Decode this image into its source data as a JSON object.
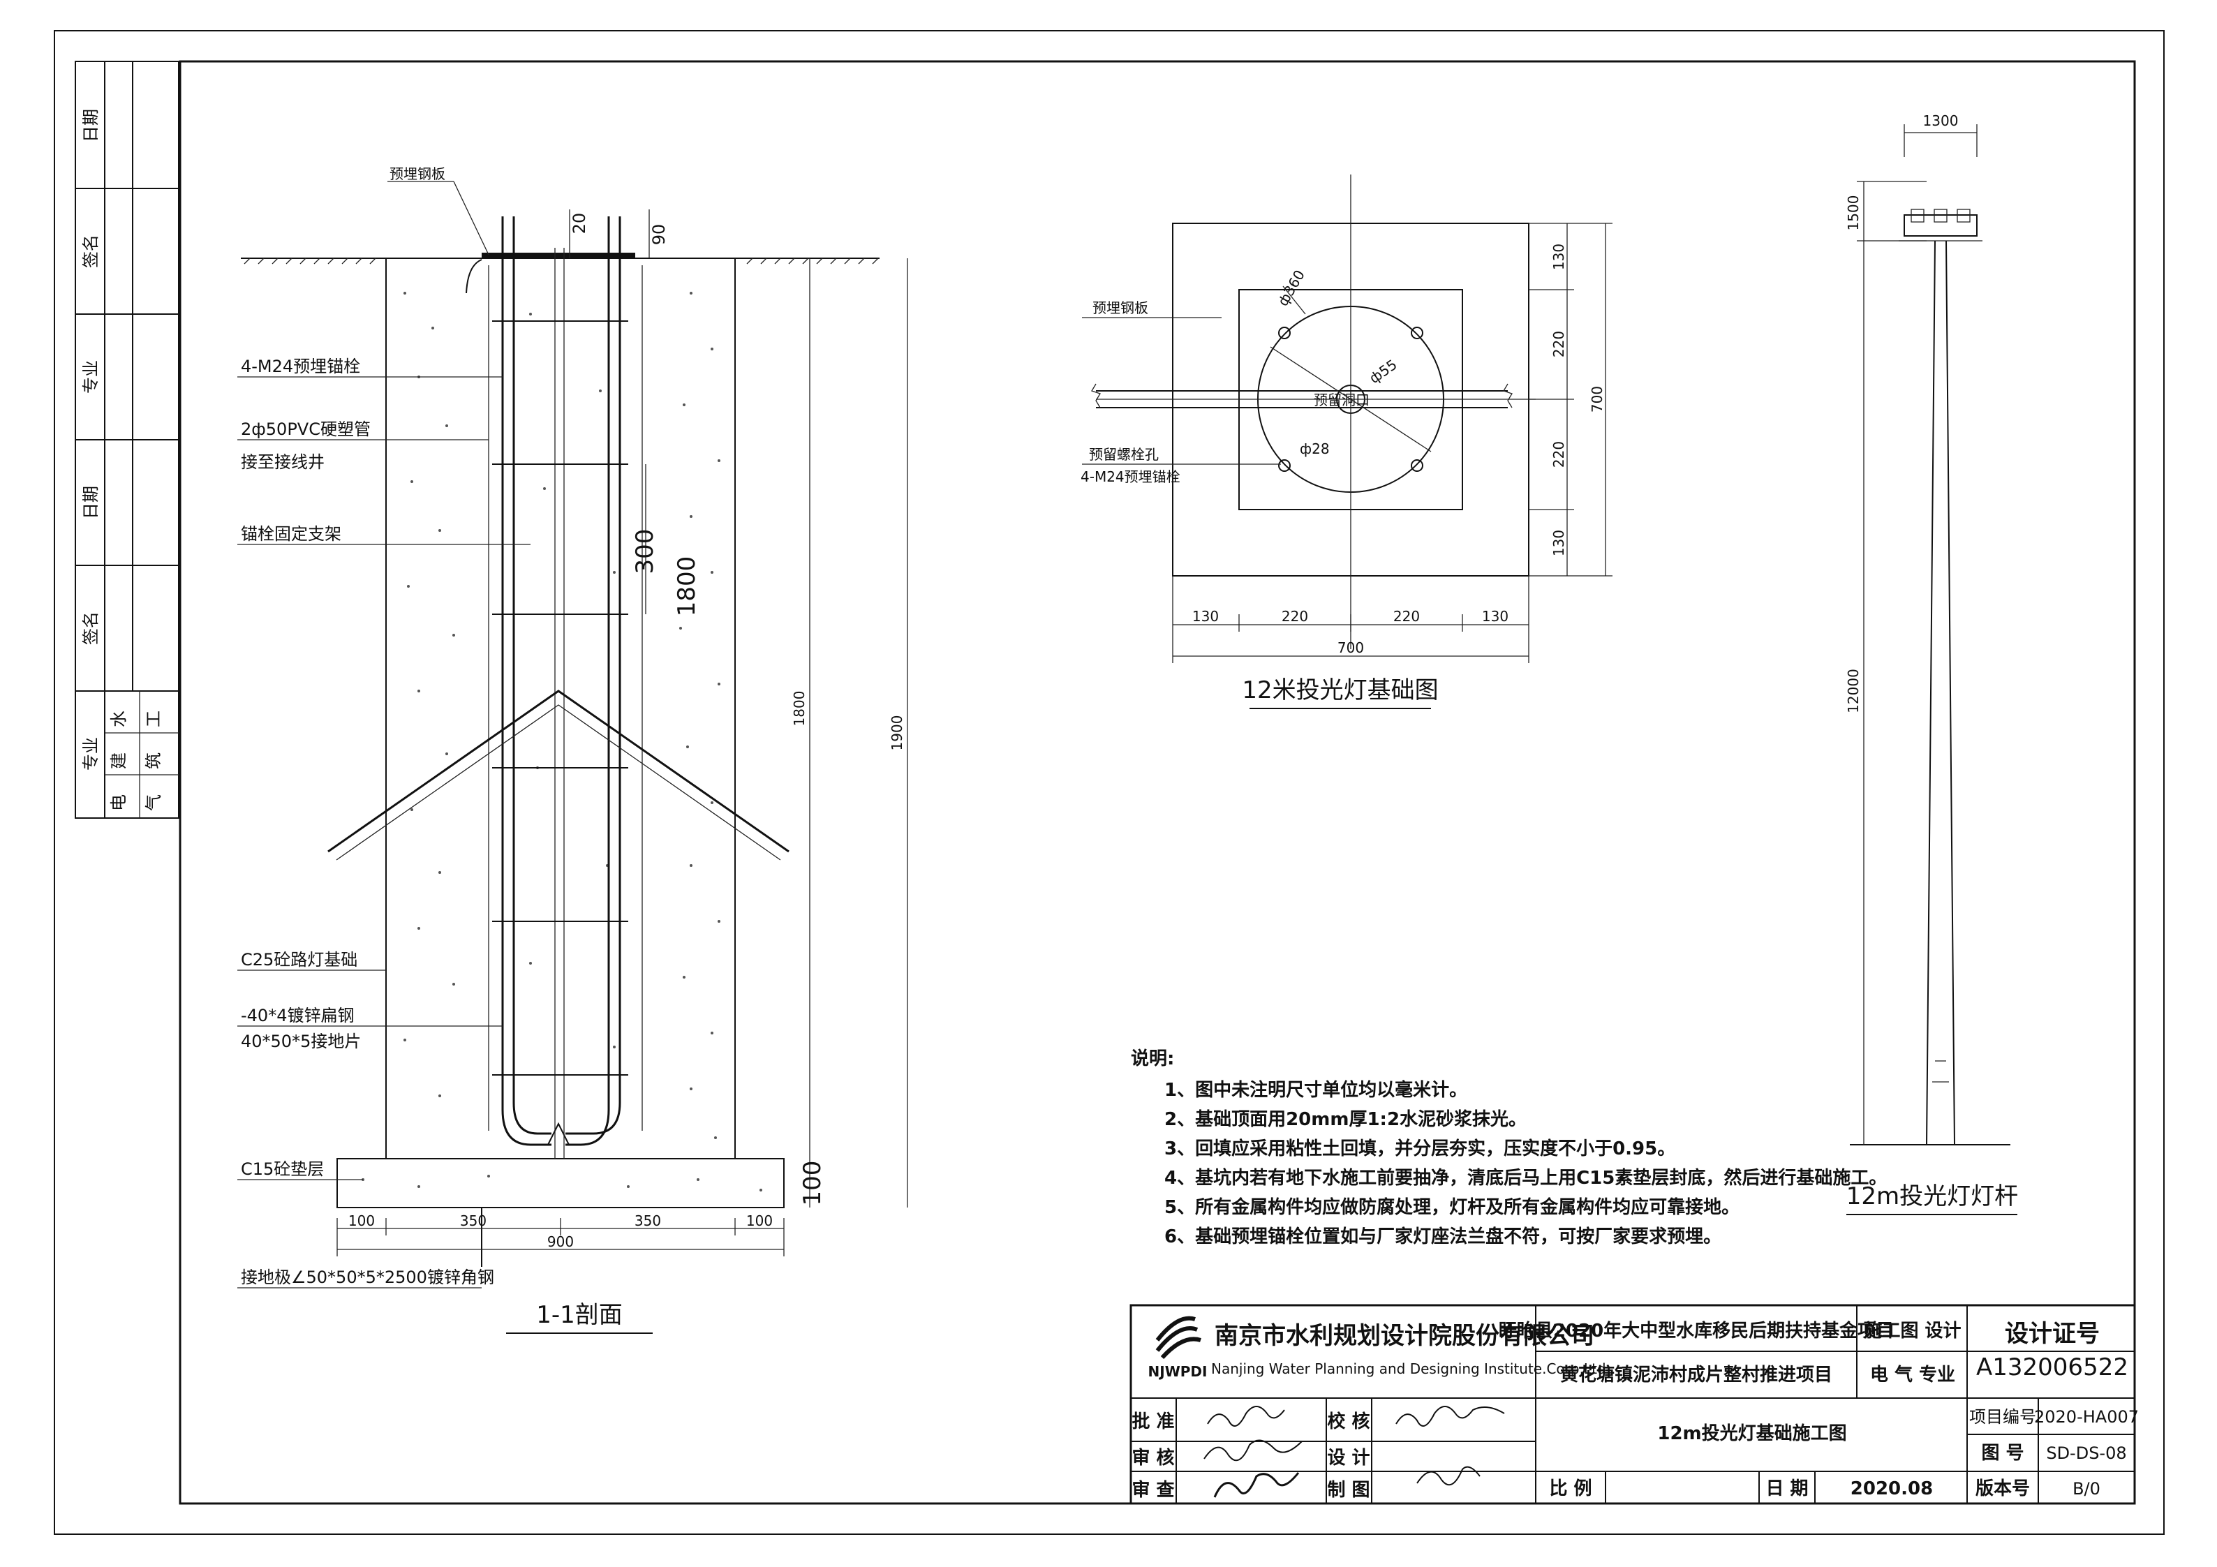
{
  "left_strip": {
    "rows": [
      "日期",
      "签名",
      "专业",
      "日期",
      "签名"
    ],
    "disciplines_header": "专业",
    "disciplines": [
      "水",
      "工",
      "建",
      "筑",
      "电",
      "气"
    ]
  },
  "section": {
    "labels": {
      "plate": "预埋钢板",
      "bolt": "4-M24预埋锚栓",
      "pvc": "2ф50PVC硬塑管",
      "pvc2": "接至接线井",
      "frame": "锚栓固定支架",
      "c25": "C25砼路灯基础",
      "steel": "-40*4镀锌扁钢",
      "grounding": "40*50*5接地片",
      "c15": "C15砼垫层",
      "angle": "接地极∠50*50*5*2500镀锌角钢"
    },
    "dims": {
      "top20": "20",
      "top90": "90",
      "spacing": "300",
      "inner": "1800",
      "h1800": "1800",
      "h1900": "1900",
      "h100": "100",
      "b100a": "100",
      "b350a": "350",
      "b350b": "350",
      "b100b": "100",
      "b900": "900"
    },
    "title": "1-1剖面"
  },
  "plan": {
    "labels": {
      "plate": "预埋钢板",
      "hole": "预留螺栓孔",
      "bolt": "4-M24预埋锚栓",
      "cable": "预留洞口"
    },
    "dims": {
      "d360": "ф360",
      "d55": "ф55",
      "d28": "ф28",
      "r130a": "130",
      "r220a": "220",
      "r220b": "220",
      "r130b": "130",
      "r700": "700",
      "c130a": "130",
      "c220a": "220",
      "c220b": "220",
      "c130b": "130",
      "c700": "700"
    },
    "title": "12米投光灯基础图"
  },
  "pole": {
    "dims": {
      "w1300": "1300",
      "h1500": "1500",
      "h12000": "12000"
    },
    "title": "12m投光灯灯杆"
  },
  "notes": {
    "header": "说明:",
    "items": [
      "1、图中未注明尺寸单位均以毫米计。",
      "2、基础顶面用20mm厚1:2水泥砂浆抹光。",
      "3、回填应采用粘性土回填，并分层夯实，压实度不小于0.95。",
      "4、基坑内若有地下水施工前要抽净，清底后马上用C15素垫层封底，然后进行基础施工。",
      "5、所有金属构件均应做防腐处理，灯杆及所有金属构件均应可靠接地。",
      "6、基础预埋锚栓位置如与厂家灯座法兰盘不符，可按厂家要求预埋。"
    ]
  },
  "title_block": {
    "company_cn": "南京市水利规划设计院股份有限公司",
    "company_en": "Nanjing Water Planning and Designing Institute.Corp.Ltd",
    "logo_text": "NJWPDI",
    "project1": "盱眙县2020年大中型水库移民后期扶持基金项目",
    "project2": "黄花塘镇泥沛村成片整村推进项目",
    "stage": "施工图 设计",
    "discipline": "电  气 专业",
    "cert_label": "设计证号",
    "cert_no": "A132006522",
    "drawing_title": "12m投光灯基础施工图",
    "roles": {
      "approve": "批 准",
      "check": "校 核",
      "review": "审 核",
      "design": "设 计",
      "audit": "审 查",
      "draw": "制 图"
    },
    "scale_label": "比 例",
    "date_label": "日 期",
    "date": "2020.08",
    "proj_no_label": "项目编号",
    "proj_no": "2020-HA007",
    "fig_label": "图 号",
    "fig_no": "SD-DS-08",
    "ver_label": "版本号",
    "ver": "B/0"
  }
}
